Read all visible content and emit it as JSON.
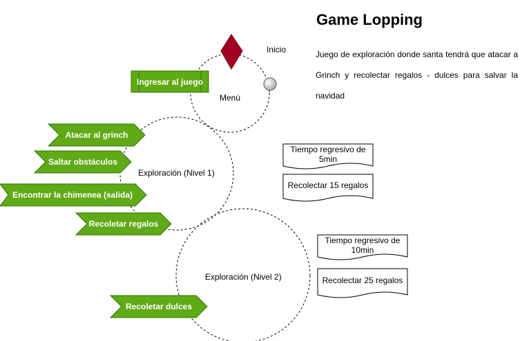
{
  "title": "Game Lopping",
  "description": "Juego de exploración donde santa tendrá que atacar a Grinch y recolectar regalos - dulces para salvar la navidad",
  "start_label": "Inicio",
  "menu": {
    "label": "Menú",
    "action": "Ingresar al juego"
  },
  "level1": {
    "label": "Exploración (Nivel 1)",
    "actions": [
      "Atacar al grinch",
      "Saltar obstáculos",
      "Encontrar la chimenea (salida)",
      "Recoletar regalos"
    ],
    "docs": [
      "Tiempo regresivo de 5min",
      "Recolectar 15 regalos"
    ]
  },
  "level2": {
    "label": "Exploración (Nivel 2)",
    "actions": [
      "Recoletar dulces"
    ],
    "docs": [
      "Tiempo regresivo de 10min",
      "Recolectar 25 regalos"
    ]
  },
  "colors": {
    "green_fill": "#60a917",
    "green_stroke": "#2d7600",
    "diamond_fill": "#a20025",
    "diamond_stroke": "#6f0000",
    "circle_stroke": "#000000"
  }
}
